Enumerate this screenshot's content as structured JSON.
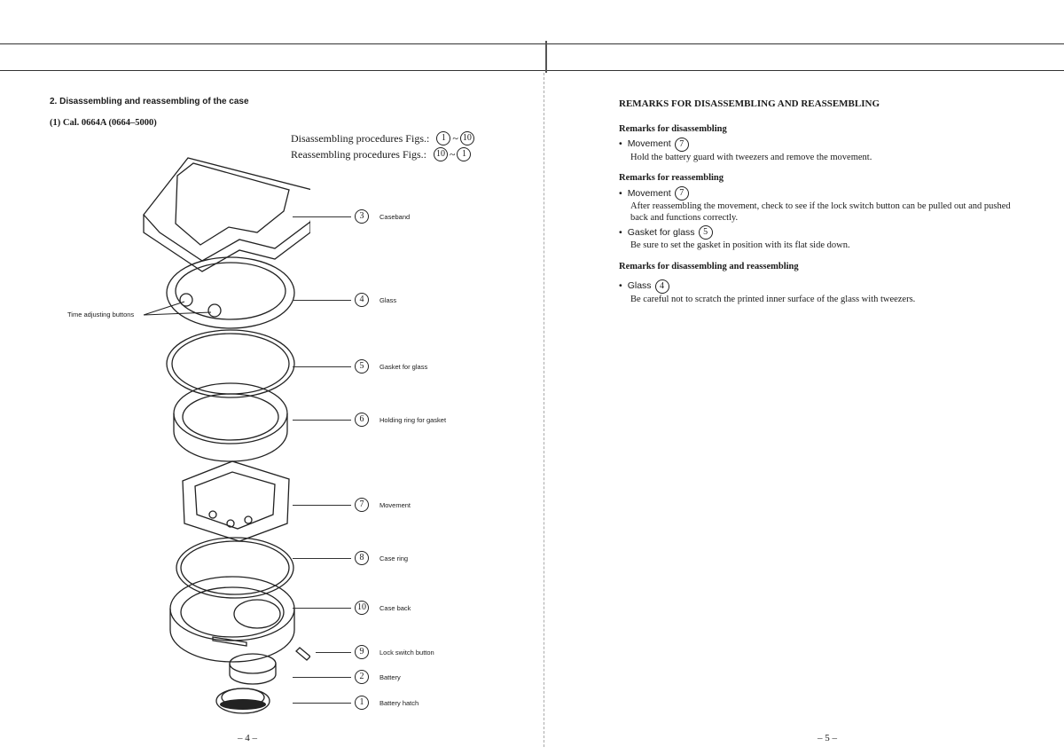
{
  "left_page": {
    "section_title": "2. Disassembling and reassembling of the case",
    "subsection": "(1) Cal. 0664A (0664–5000)",
    "proc_disassembling_label": "Disassembling procedures Figs.:",
    "proc_disassembling_from": "1",
    "proc_disassembling_to": "10",
    "proc_reassembling_label": "Reassembling procedures Figs.:",
    "proc_reassembling_from": "10",
    "proc_reassembling_to": "1",
    "tilde": "~",
    "time_adjusting_label": "Time adjusting buttons",
    "parts": [
      {
        "num": "3",
        "label": "Caseband"
      },
      {
        "num": "4",
        "label": "Glass"
      },
      {
        "num": "5",
        "label": "Gasket for glass"
      },
      {
        "num": "6",
        "label": "Holding ring for gasket"
      },
      {
        "num": "7",
        "label": "Movement"
      },
      {
        "num": "8",
        "label": "Case ring"
      },
      {
        "num": "10",
        "label": "Case back"
      },
      {
        "num": "9",
        "label": "Lock switch button"
      },
      {
        "num": "2",
        "label": "Battery"
      },
      {
        "num": "1",
        "label": "Battery hatch"
      }
    ],
    "page_number": "– 4 –"
  },
  "right_page": {
    "title": "REMARKS FOR DISASSEMBLING AND REASSEMBLING",
    "dis_heading": "Remarks for disassembling",
    "dis_item_label": "Movement",
    "dis_item_num": "7",
    "dis_item_text": "Hold the battery guard with tweezers and remove the movement.",
    "re_heading": "Remarks for reassembling",
    "re_item1_label": "Movement",
    "re_item1_num": "7",
    "re_item1_text": "After reassembling the movement, check to see if the lock switch button can be pulled out and pushed back and functions correctly.",
    "re_item2_label": "Gasket for glass",
    "re_item2_num": "5",
    "re_item2_text": "Be sure to set the gasket in position with its flat side down.",
    "both_heading": "Remarks for disassembling and reassembling",
    "both_item_label": "Glass",
    "both_item_num": "4",
    "both_item_text": "Be careful not to scratch the printed inner surface of the glass with tweezers.",
    "page_number": "– 5 –"
  }
}
